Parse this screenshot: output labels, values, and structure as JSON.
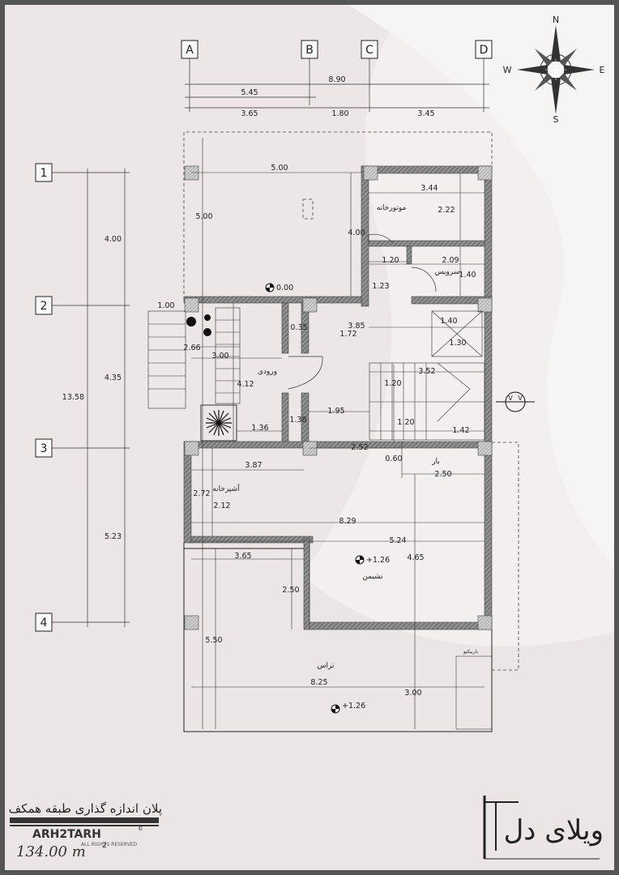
{
  "grid": {
    "columns": [
      "A",
      "B",
      "C",
      "D"
    ],
    "rows": [
      "1",
      "2",
      "3",
      "4"
    ]
  },
  "top_dims": {
    "total": "8.90",
    "partial": "5.45",
    "seg_ab": "3.65",
    "seg_bc": "1.80",
    "seg_cd": "3.45"
  },
  "left_dims": {
    "total": "13.58",
    "seg_12": "4.00",
    "seg_23": "4.35",
    "seg_34": "5.23"
  },
  "compass": {
    "north": "N",
    "south": "S",
    "east": "E",
    "west": "W"
  },
  "rooms": {
    "motor_room": "موتورخانه",
    "service": "سرویس",
    "entrance": "ورودی",
    "bar": "بار",
    "kitchen": "آشپزخانه",
    "living": "نشیمن",
    "terrace": "تراس",
    "barbecue": "باربیکیو"
  },
  "levels": {
    "parking": "0.00",
    "living": "+1.26",
    "terrace": "+1.26"
  },
  "section_mark": "V",
  "interior_dims": [
    "5.00",
    "5.00",
    "4.00",
    "3.44",
    "2.22",
    "1.20",
    "2.09",
    "1.40",
    "1.23",
    "1.00",
    "3.85",
    "1.72",
    "1.40",
    "1.30",
    "2.66",
    "3.00",
    "4.12",
    "3.52",
    "1.20",
    "1.95",
    "1.20",
    "1.42",
    "1.36",
    "1.38",
    "2.52",
    "0.60",
    "2.50",
    "3.87",
    "2.72",
    "2.12",
    "8.29",
    "5.24",
    "3.65",
    "4.65",
    "2.50",
    "5.50",
    "8.25",
    "3.00",
    "0.35"
  ],
  "footer": {
    "title": "پلان اندازه گذاری طبقه همکف",
    "area": "134.00 m",
    "brand": "ARH2TARH",
    "brand_sub": "ALL RIGHTS RESERVED",
    "copyright": "©",
    "villa_name": "ویلای دل"
  },
  "colors": {
    "wall": "#6f6f6f",
    "hatch": "#9a9a9a",
    "line": "#222222",
    "paper": "#f3efef"
  }
}
